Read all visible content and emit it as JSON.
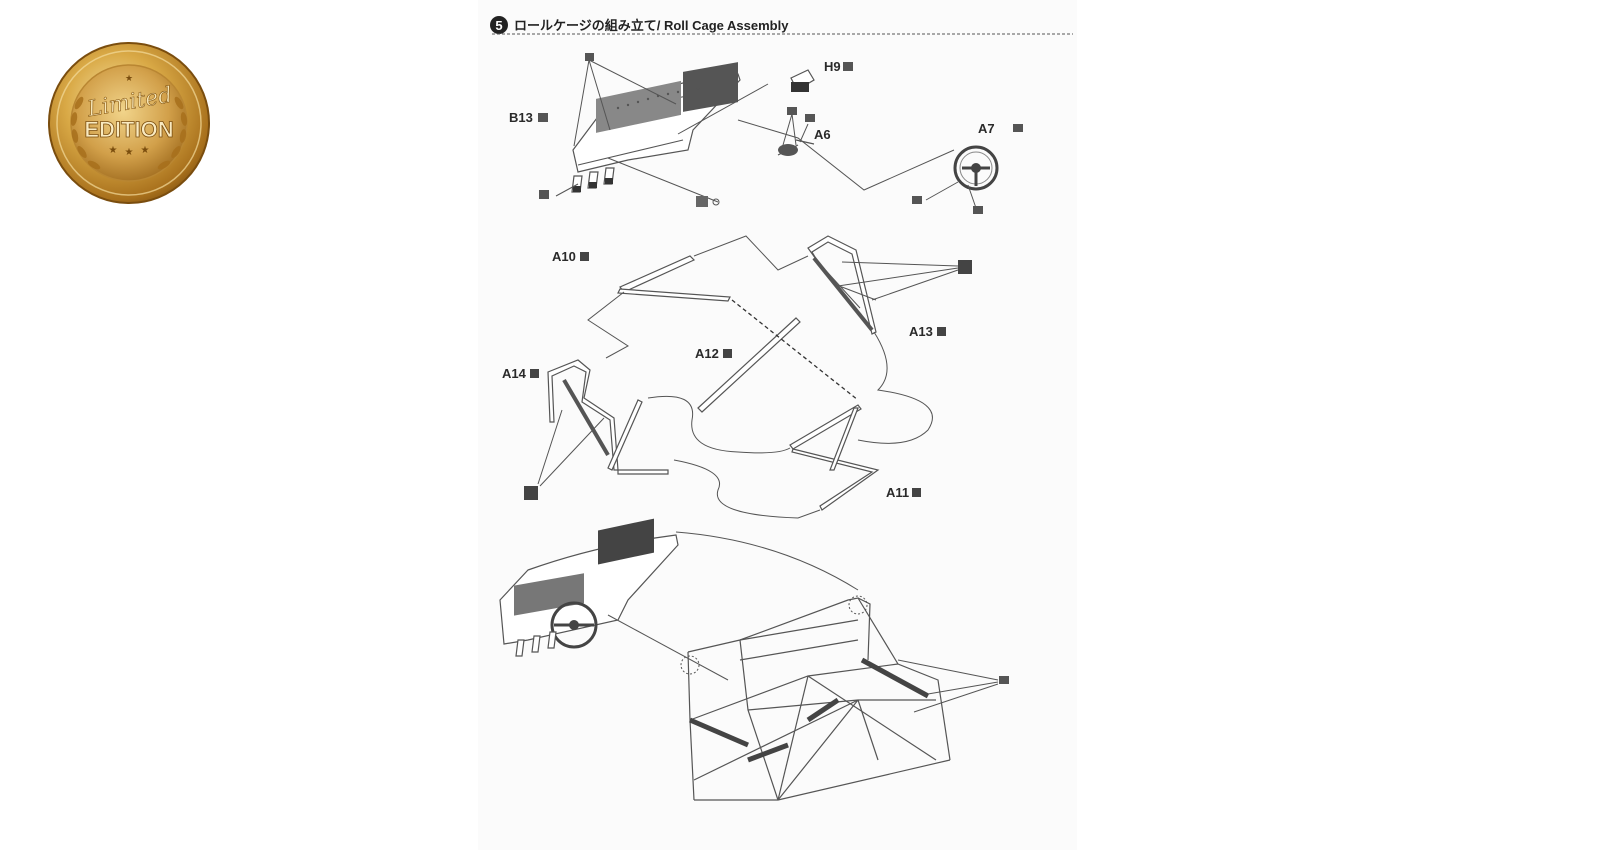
{
  "badge": {
    "line1": "Limited",
    "line2": "EDITION"
  },
  "sheet": {
    "step_number": "5",
    "title": "ロールケージの組み立て/ Roll Cage Assembly",
    "labels": {
      "b13": "B13",
      "h9": "H9",
      "a6": "A6",
      "a7": "A7",
      "a10": "A10",
      "a12": "A12",
      "a13": "A13",
      "a14": "A14",
      "a11": "A11"
    },
    "colors": {
      "gold": "#c9962d",
      "gold_dark": "#8a5a12",
      "line": "#555555"
    }
  }
}
